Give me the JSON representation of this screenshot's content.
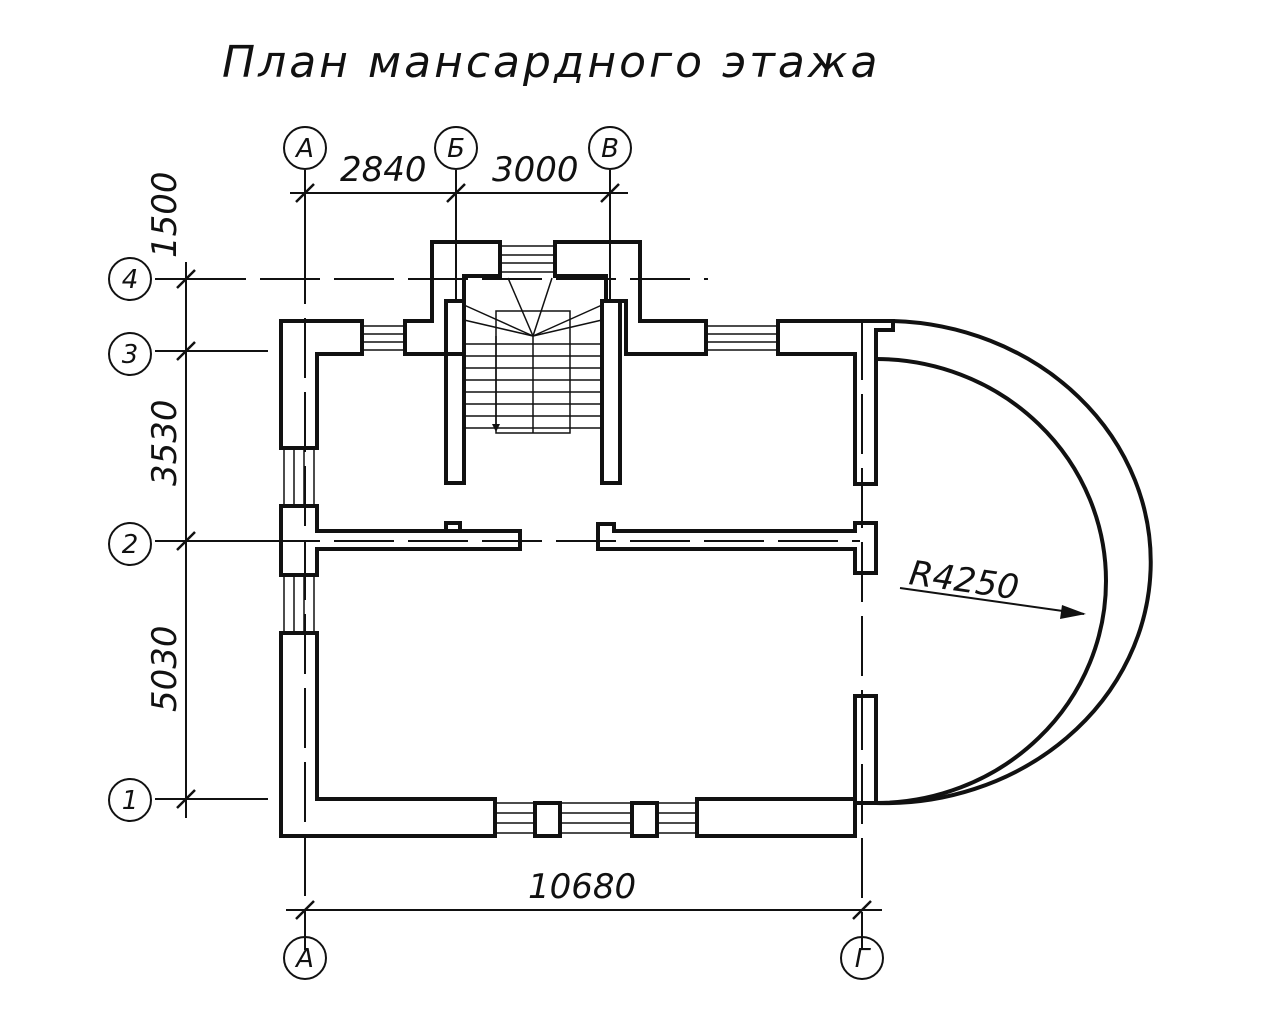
{
  "title": "План мансардного этажа",
  "axes": {
    "top": [
      "А",
      "Б",
      "В"
    ],
    "bottom": [
      "А",
      "Г"
    ],
    "left": [
      "4",
      "3",
      "2",
      "1"
    ]
  },
  "dimensions": {
    "top_ab": "2840",
    "top_bv": "3000",
    "left_43": "1500",
    "left_32": "3530",
    "left_21": "5030",
    "bottom_ag": "10680",
    "radius": "R4250"
  }
}
